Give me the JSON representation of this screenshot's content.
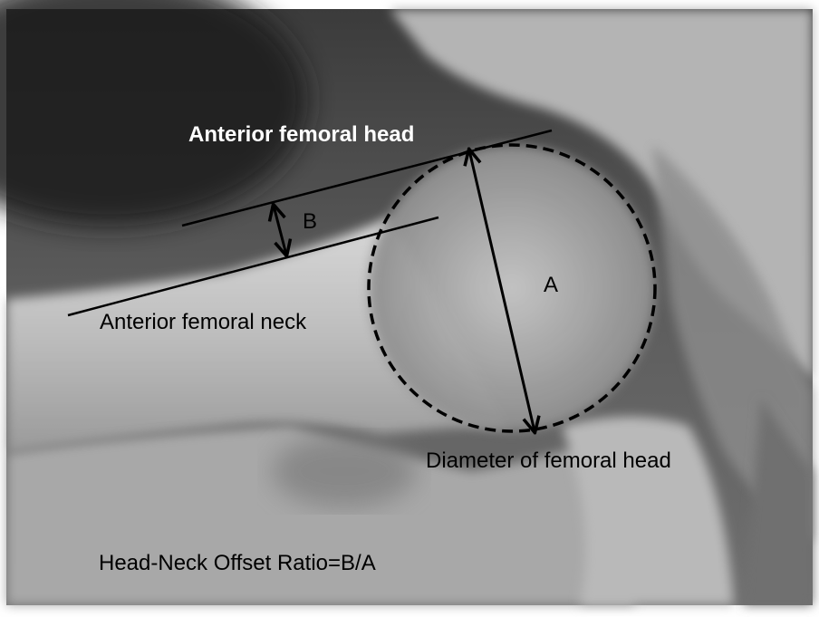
{
  "labels": {
    "anterior_femoral_head": "Anterior femoral head",
    "anterior_femoral_neck": "Anterior femoral neck",
    "b": "B",
    "a": "A",
    "diameter": "Diameter of femoral head",
    "ratio": "Head-Neck Offset Ratio=B/A"
  },
  "colors": {
    "overlay_ink": "#000000",
    "head_label": "#ffffff"
  }
}
